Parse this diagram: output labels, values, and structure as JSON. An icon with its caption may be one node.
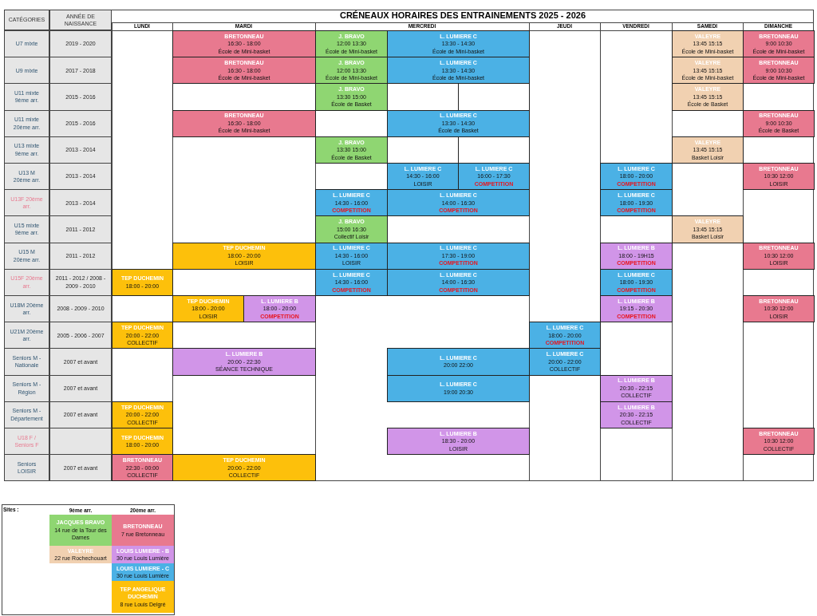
{
  "diagram": {
    "title": "CRÉNEAUX HORAIRES DES ENTRAINEMENTS 2025 - 2026",
    "nodes": [
      {
        "text": [
          "BRETONNEAU",
          "16:30 - 18:00",
          "École de Mini-basket"
        ]
      },
      {
        "text": [
          "J. BRAVO",
          "12:00 13:30",
          "École de Mini-basket"
        ]
      },
      {
        "text": [
          "L. LUMIERE C",
          "13:30 - 14:30",
          "École de Mini-basket"
        ]
      },
      {
        "text": [
          "VALEYRE",
          "13:45 15:15",
          "École de Mini-basket"
        ]
      },
      {
        "text": [
          "BRETONNEAU",
          "9:00 10:30",
          "École de Mini-basket"
        ]
      },
      {
        "text": [
          "BRETONNEAU",
          "16:30 - 18:00",
          "École de Mini-basket"
        ]
      },
      {
        "text": [
          "J. BRAVO",
          "12:00 13:30",
          "École de Mini-basket"
        ]
      },
      {
        "text": [
          "L. LUMIERE C",
          "13:30 - 14:30",
          "École de Mini-basket"
        ]
      },
      {
        "text": [
          "VALEYRE",
          "13:45 15:15",
          "École de Mini-basket"
        ]
      },
      {
        "text": [
          "BRETONNEAU",
          "9:00 10:30",
          "École de Mini-basket"
        ]
      },
      {
        "text": [
          "J. BRAVO",
          "13:30 15:00",
          "École de Basket"
        ]
      },
      {
        "text": [
          "VALEYRE",
          "13:45 15:15",
          "École de Basket"
        ]
      },
      {
        "text": [
          "BRETONNEAU",
          "16:30 - 18:00",
          "École de Mini-basket"
        ]
      },
      {
        "text": [
          "L. LUMIERE C",
          "13:30 - 14:30",
          "École de Basket"
        ]
      },
      {
        "text": [
          "BRETONNEAU",
          "9:00 10:30",
          "École de Basket"
        ]
      },
      {
        "text": [
          "J. BRAVO",
          "13:30 15:00",
          "École de Basket"
        ]
      },
      {
        "text": [
          "VALEYRE",
          "13:45 15:15",
          "Basket Loisir"
        ]
      },
      {
        "text": [
          "L. LUMIERE C",
          "14:30 - 16:00",
          "LOISIR"
        ]
      },
      {
        "text": [
          "L. LUMIERE C",
          "16:00 - 17:30",
          "COMPETITION"
        ]
      },
      {
        "text": [
          "L. LUMIERE C",
          "18:00 - 20:00",
          "COMPETITION"
        ]
      },
      {
        "text": [
          "BRETONNEAU",
          "10:30 12:00",
          "LOISIR"
        ]
      },
      {
        "text": [
          "L. LUMIERE C",
          "14:30 - 16:00",
          "COMPETITION"
        ]
      },
      {
        "text": [
          "L. LUMIERE C",
          "14:00 - 16:30",
          "COMPETITION"
        ]
      },
      {
        "text": [
          "L. LUMIERE C",
          "18:00 - 19:30",
          "COMPETITION"
        ]
      },
      {
        "text": [
          "J. BRAVO",
          "15:00 16:30",
          "Collectif Loisir"
        ]
      },
      {
        "text": [
          "VALEYRE",
          "13:45 15:15",
          "Basket Loisir"
        ]
      },
      {
        "text": [
          "TEP DUCHEMIN",
          "18:00 - 20:00",
          "LOISIR"
        ]
      },
      {
        "text": [
          "L. LUMIERE C",
          "14:30 - 16:00",
          "LOISIR"
        ]
      },
      {
        "text": [
          "L. LUMIERE C",
          "17:30 - 19:00",
          "COMPETITION"
        ]
      },
      {
        "text": [
          "L. LUMIERE B",
          "18:00 - 19H15",
          "COMPETITION"
        ]
      },
      {
        "text": [
          "BRETONNEAU",
          "10:30 12:00",
          "LOISIR"
        ]
      },
      {
        "text": [
          "TEP DUCHEMIN",
          "18:00 - 20:00"
        ]
      },
      {
        "text": [
          "L. LUMIERE C",
          "14:30 - 16:00",
          "COMPETITION"
        ]
      },
      {
        "text": [
          "L. LUMIERE C",
          "14:00 - 16:30",
          "COMPETITION"
        ]
      },
      {
        "text": [
          "L. LUMIERE C",
          "18:00 - 19:30",
          "COMPETITION"
        ]
      },
      {
        "text": [
          "TEP DUCHEMIN",
          "18:00 - 20:00",
          "LOISIR"
        ]
      },
      {
        "text": [
          "L. LUMIERE B",
          "18:00 - 20:00",
          "COMPETITION"
        ]
      },
      {
        "text": [
          "L. LUMIERE B",
          "19:15 - 20:30",
          "COMPETITION"
        ]
      },
      {
        "text": [
          "BRETONNEAU",
          "10:30 12:00",
          "LOISIR"
        ]
      },
      {
        "text": [
          "TEP DUCHEMIN",
          "20:00 - 22:00",
          "COLLECTIF"
        ]
      },
      {
        "text": [
          "L. LUMIERE C",
          "18:00 - 20:00",
          "COMPETITION"
        ]
      },
      {
        "text": [
          "L. LUMIERE B",
          "20:00 - 22:30",
          "SÉANCE TECHNIQUE"
        ]
      },
      {
        "text": [
          "L. LUMIERE C",
          "20:00 22:00"
        ]
      },
      {
        "text": [
          "L. LUMIERE C",
          "20:00 - 22:00",
          "COLLECTIF"
        ]
      },
      {
        "text": [
          "L. LUMIERE C",
          "19:00 20:30"
        ]
      },
      {
        "text": [
          "L. LUMIERE B",
          "20:30 - 22:15",
          "COLLECTIF"
        ]
      },
      {
        "text": [
          "TEP DUCHEMIN",
          "20:00 - 22:00",
          "COLLECTIF"
        ]
      },
      {
        "text": [
          "L. LUMIERE B",
          "20:30 - 22:15",
          "COLLECTIF"
        ]
      },
      {
        "text": [
          "TEP DUCHEMIN",
          "18:00 - 20:00"
        ]
      },
      {
        "text": [
          "L. LUMIERE B",
          "18:30 - 20:00",
          "LOISIR"
        ]
      },
      {
        "text": [
          "BRETONNEAU",
          "10:30 12:00",
          "COLLECTIF"
        ]
      },
      {
        "text": [
          "BRETONNEAU",
          "22:30 - 00:00",
          "COLLECTIF"
        ]
      },
      {
        "text": [
          "TEP DUCHEMIN",
          "20:00 - 22:00",
          "COLLECTIF"
        ]
      },
      {
        "text": [
          "JACQUES BRAVO",
          "14 rue de la Tour des Dames"
        ]
      },
      {
        "text": [
          "VALEYRE",
          "22 rue Rochechouart"
        ]
      },
      {
        "text": [
          "BRETONNEAU",
          "7 rue Bretonneau"
        ]
      },
      {
        "text": [
          "LOUIS LUMIERE - B",
          "30 rue Louis Lumière"
        ]
      },
      {
        "text": [
          "LOUIS LUMIERE - C",
          "30 rue Louis Lumière"
        ]
      },
      {
        "text": [
          "TEP ANGELIQUE DUCHEMIN",
          "8 rue Louis Delgré"
        ]
      }
    ],
    "labels": [
      "CATÉGORIES",
      "ANNÉE DE NAISSANCE",
      "LUNDI",
      "MARDI",
      "MERCREDI",
      "JEUDI",
      "VENDREDI",
      "SAMEDI",
      "DIMANCHE",
      "U7 mixte",
      "2019 - 2020",
      "U9 mixte",
      "2017 - 2018",
      "U11 mixte 9ème arr.",
      "2015 - 2016",
      "U11 mixte 20ème arr.",
      "2015 - 2016",
      "U13 mixte 9ème arr.",
      "2013 - 2014",
      "U13 M 20ème arr.",
      "2013 - 2014",
      "U13F 20ème arr.",
      "2013 - 2014",
      "U15 mixte 9ème arr.",
      "2011 - 2012",
      "U15 M 20ème arr.",
      "2011 - 2012",
      "U15F 20ème arr.",
      "2011 - 2012 / 2008 - 2009 - 2010",
      "U18M 20ème arr.",
      "2008 - 2009 - 2010",
      "U21M 20ème arr.",
      "2005 - 2006 - 2007",
      "Seniors M - Nationale",
      "2007 et avant",
      "Seniors M - Région",
      "2007 et avant",
      "Seniors M - Département",
      "2007 et avant",
      "U18 F / Seniors F",
      "Seniors LOISIR",
      "2007 et avant",
      "Sites :",
      "9ème arr.",
      "20ème arr."
    ]
  }
}
